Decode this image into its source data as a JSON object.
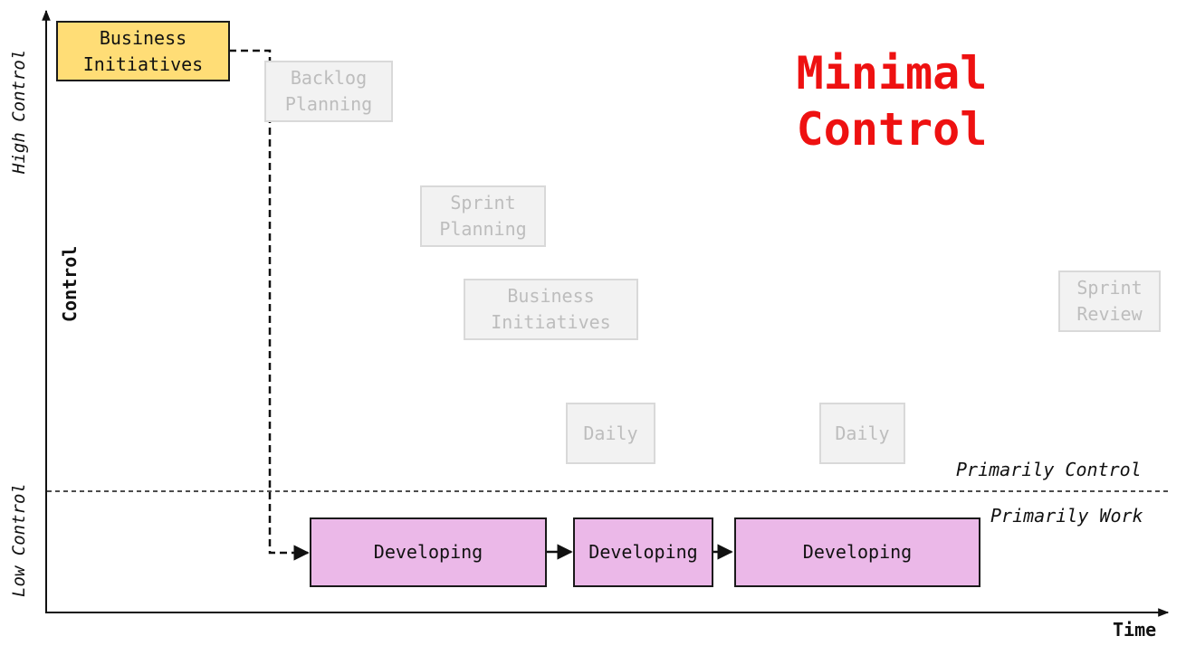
{
  "title": {
    "line1": "Minimal",
    "line2": "Control"
  },
  "axes": {
    "y_high": "High Control",
    "y_low": "Low Control",
    "y_label": "Control",
    "x_label": "Time"
  },
  "zones": {
    "upper": "Primarily Control",
    "lower": "Primarily Work"
  },
  "boxes": {
    "business_initiatives_active": "Business\nInitiatives",
    "backlog_planning": "Backlog\nPlanning",
    "sprint_planning": "Sprint\nPlanning",
    "business_initiatives_ghost": "Business\nInitiatives",
    "sprint_review": "Sprint\nReview",
    "daily_1": "Daily",
    "daily_2": "Daily",
    "developing_1": "Developing",
    "developing_2": "Developing",
    "developing_3": "Developing"
  },
  "colors": {
    "title": "#ee1111",
    "active_box": "#ffdd76",
    "work_box": "#ebb8e8",
    "ghost_box": "#f2f2f2",
    "ghost_text": "#bdbdbd"
  }
}
